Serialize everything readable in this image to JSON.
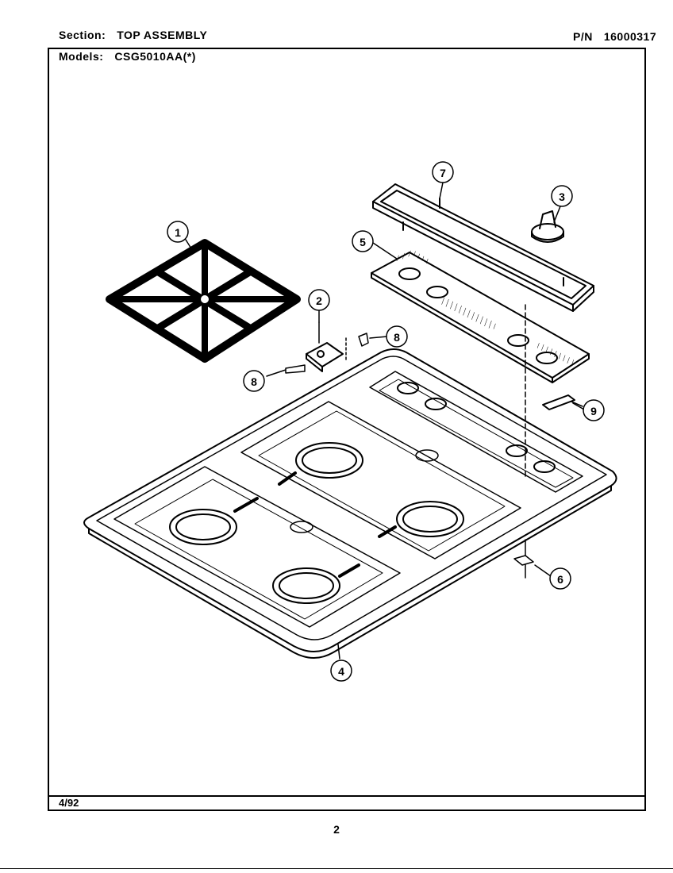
{
  "header": {
    "section_label": "Section:",
    "section_value": "TOP ASSEMBLY",
    "pn_label": "P/N",
    "pn_value": "16000317",
    "models_label": "Models:",
    "models_value": "CSG5010AA(*)"
  },
  "footer": {
    "date": "4/92",
    "page_number": "2"
  },
  "callouts": [
    "1",
    "2",
    "3",
    "4",
    "5",
    "6",
    "7",
    "8",
    "8",
    "9"
  ]
}
